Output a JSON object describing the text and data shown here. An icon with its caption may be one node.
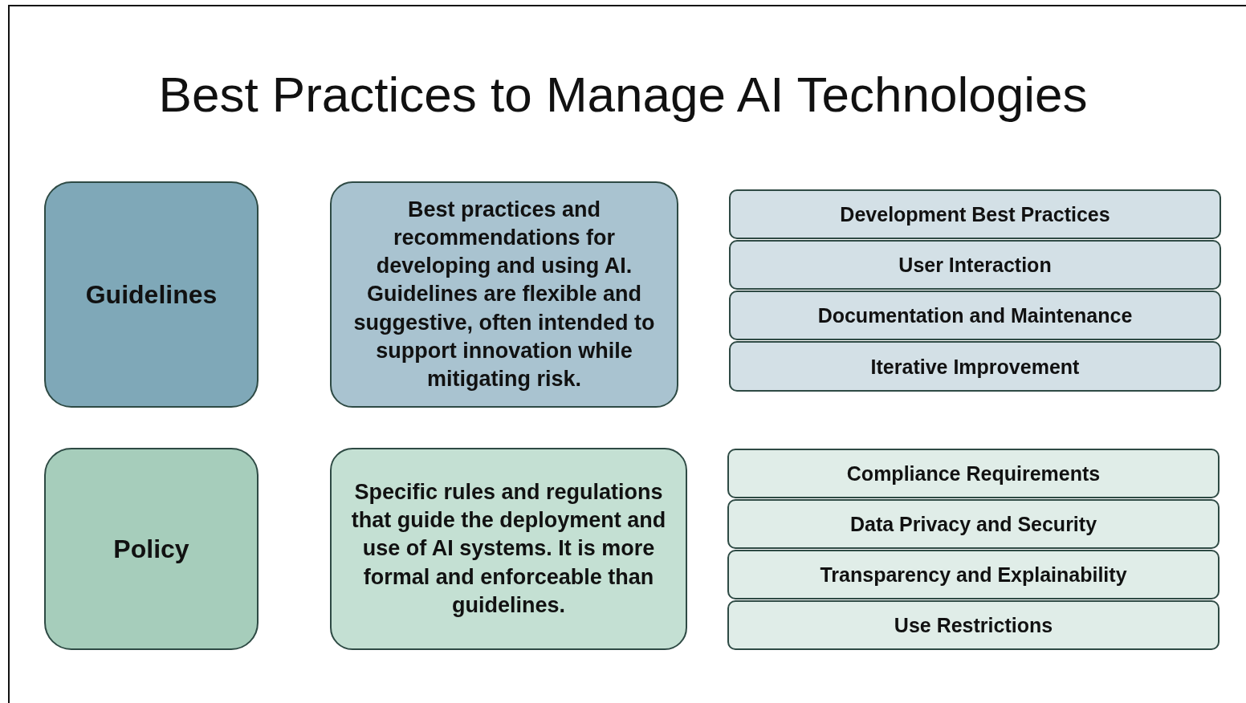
{
  "diagram": {
    "title": "Best Practices to Manage AI Technologies",
    "nodes": [
      {
        "text": [
          "Guidelines"
        ]
      },
      {
        "text": [
          "Best practices and recommendations for developing and using AI. Guidelines are flexible and suggestive, often intended to support innovation while mitigating risk."
        ]
      },
      {
        "text": [
          "Development Best Practices"
        ]
      },
      {
        "text": [
          "User Interaction"
        ]
      },
      {
        "text": [
          "Documentation and Maintenance"
        ]
      },
      {
        "text": [
          "Iterative Improvement"
        ]
      },
      {
        "text": [
          "Policy"
        ]
      },
      {
        "text": [
          "Specific rules and regulations that guide the deployment and use of AI systems. It is more formal and enforceable than guidelines."
        ]
      },
      {
        "text": [
          "Compliance Requirements"
        ]
      },
      {
        "text": [
          "Data Privacy and Security"
        ]
      },
      {
        "text": [
          "Transparency and Explainability"
        ]
      },
      {
        "text": [
          "Use Restrictions"
        ]
      }
    ]
  }
}
